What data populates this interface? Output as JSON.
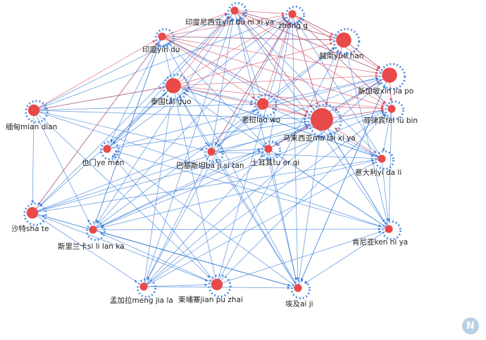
{
  "colors": {
    "edge_primary": "#3b7fd9",
    "edge_secondary": "#d9475a",
    "node_fill": "#e84a4a",
    "arrow_alt": "#7a3d8c"
  },
  "watermark": "N",
  "nodes": [
    {
      "id": "indonesia",
      "label": "印度尼西亚yin du ni xi ya",
      "weight": 1
    },
    {
      "id": "zhongguo",
      "label": "zhong g",
      "weight": 1
    },
    {
      "id": "yinDu",
      "label": "印度yin du",
      "weight": 1
    },
    {
      "id": "yuenan",
      "label": "越南yue han",
      "weight": 3
    },
    {
      "id": "xinjiapo",
      "label": "新加坡xin jia po",
      "weight": 3
    },
    {
      "id": "taiguo",
      "label": "泰国tai guo",
      "weight": 3
    },
    {
      "id": "laowo",
      "label": "老挝lao wo",
      "weight": 2
    },
    {
      "id": "feilvbin",
      "label": "菲律宾fei lü bin",
      "weight": 1
    },
    {
      "id": "miandian",
      "label": "缅甸mian dian",
      "weight": 2
    },
    {
      "id": "malaixiya",
      "label": "马来西亚ma lai xi ya",
      "weight": 5
    },
    {
      "id": "yemen",
      "label": "也门ye men",
      "weight": 1
    },
    {
      "id": "bajisitan",
      "label": "巴基斯坦ba ji si tan",
      "weight": 1
    },
    {
      "id": "tuerqi",
      "label": "土耳其tu er qi",
      "weight": 1
    },
    {
      "id": "yidali",
      "label": "意大利yi da li",
      "weight": 1
    },
    {
      "id": "shate",
      "label": "沙特sha te",
      "weight": 2
    },
    {
      "id": "sililanka",
      "label": "斯里兰卡si li lan ka",
      "weight": 1
    },
    {
      "id": "kenniya",
      "label": "肯尼亚ken ni ya",
      "weight": 1
    },
    {
      "id": "mengjiala",
      "label": "孟加拉meng jia la",
      "weight": 1
    },
    {
      "id": "jianpuzhai",
      "label": "柬埔寨jian pu zhai",
      "weight": 2
    },
    {
      "id": "aiji",
      "label": "埃及ai ji",
      "weight": 1
    }
  ],
  "edges_primary": [
    [
      "miandian",
      "indonesia"
    ],
    [
      "miandian",
      "zhongguo"
    ],
    [
      "miandian",
      "laowo"
    ],
    [
      "miandian",
      "malaixiya"
    ],
    [
      "miandian",
      "bajisitan"
    ],
    [
      "miandian",
      "shate"
    ],
    [
      "miandian",
      "jianpuzhai"
    ],
    [
      "miandian",
      "kenniya"
    ],
    [
      "shate",
      "indonesia"
    ],
    [
      "shate",
      "xinjiapo"
    ],
    [
      "shate",
      "malaixiya"
    ],
    [
      "shate",
      "yidali"
    ],
    [
      "shate",
      "aiji"
    ],
    [
      "shate",
      "tuerqi"
    ],
    [
      "shate",
      "mengjiala"
    ],
    [
      "sililanka",
      "yinDu"
    ],
    [
      "sililanka",
      "zhongguo"
    ],
    [
      "sililanka",
      "feilvbin"
    ],
    [
      "sililanka",
      "malaixiya"
    ],
    [
      "sililanka",
      "kenniya"
    ],
    [
      "sililanka",
      "laowo"
    ],
    [
      "mengjiala",
      "indonesia"
    ],
    [
      "mengjiala",
      "taiguo"
    ],
    [
      "mengjiala",
      "yidali"
    ],
    [
      "mengjiala",
      "tuerqi"
    ],
    [
      "mengjiala",
      "feilvbin"
    ],
    [
      "mengjiala",
      "xinjiapo"
    ],
    [
      "mengjiala",
      "aiji"
    ],
    [
      "jianpuzhai",
      "zhongguo"
    ],
    [
      "jianpuzhai",
      "yinDu"
    ],
    [
      "jianpuzhai",
      "yuenan"
    ],
    [
      "jianpuzhai",
      "feilvbin"
    ],
    [
      "jianpuzhai",
      "yemen"
    ],
    [
      "jianpuzhai",
      "kenniya"
    ],
    [
      "jianpuzhai",
      "sililanka"
    ],
    [
      "aiji",
      "yinDu"
    ],
    [
      "aiji",
      "taiguo"
    ],
    [
      "aiji",
      "xinjiapo"
    ],
    [
      "aiji",
      "malaixiya"
    ],
    [
      "aiji",
      "bajisitan"
    ],
    [
      "aiji",
      "yemen"
    ],
    [
      "aiji",
      "shate"
    ],
    [
      "kenniya",
      "indonesia"
    ],
    [
      "kenniya",
      "yuenan"
    ],
    [
      "kenniya",
      "taiguo"
    ],
    [
      "kenniya",
      "tuerqi"
    ],
    [
      "kenniya",
      "yemen"
    ],
    [
      "kenniya",
      "malaixiya"
    ],
    [
      "yidali",
      "yinDu"
    ],
    [
      "yidali",
      "zhongguo"
    ],
    [
      "yidali",
      "taiguo"
    ],
    [
      "yidali",
      "bajisitan"
    ],
    [
      "yidali",
      "laowo"
    ],
    [
      "yidali",
      "sililanka"
    ],
    [
      "yemen",
      "indonesia"
    ],
    [
      "yemen",
      "xinjiapo"
    ],
    [
      "yemen",
      "malaixiya"
    ],
    [
      "yemen",
      "zhongguo"
    ],
    [
      "yemen",
      "taiguo"
    ],
    [
      "bajisitan",
      "indonesia"
    ],
    [
      "bajisitan",
      "yuenan"
    ],
    [
      "bajisitan",
      "feilvbin"
    ],
    [
      "bajisitan",
      "tuerqi"
    ],
    [
      "bajisitan",
      "mengjiala"
    ],
    [
      "tuerqi",
      "zhongguo"
    ],
    [
      "tuerqi",
      "xinjiapo"
    ],
    [
      "tuerqi",
      "yinDu"
    ],
    [
      "tuerqi",
      "aiji"
    ],
    [
      "tuerqi",
      "sililanka"
    ],
    [
      "malaixiya",
      "indonesia"
    ],
    [
      "malaixiya",
      "zhongguo"
    ],
    [
      "malaixiya",
      "yuenan"
    ],
    [
      "malaixiya",
      "tuerqi"
    ],
    [
      "malaixiya",
      "feilvbin"
    ],
    [
      "malaixiya",
      "kenniya"
    ],
    [
      "laowo",
      "indonesia"
    ],
    [
      "laowo",
      "xinjiapo"
    ],
    [
      "laowo",
      "yuenan"
    ],
    [
      "laowo",
      "bajisitan"
    ],
    [
      "feilvbin",
      "zhongguo"
    ],
    [
      "feilvbin",
      "xinjiapo"
    ],
    [
      "feilvbin",
      "yidali"
    ],
    [
      "feilvbin",
      "kenniya"
    ],
    [
      "xinjiapo",
      "indonesia"
    ],
    [
      "xinjiapo",
      "tuerqi"
    ],
    [
      "xinjiapo",
      "aiji"
    ],
    [
      "yuenan",
      "indonesia"
    ],
    [
      "yuenan",
      "zhongguo"
    ],
    [
      "yuenan",
      "xinjiapo"
    ],
    [
      "taiguo",
      "laowo"
    ],
    [
      "taiguo",
      "bajisitan"
    ],
    [
      "taiguo",
      "yemen"
    ],
    [
      "taiguo",
      "shate"
    ],
    [
      "taiguo",
      "miandian"
    ],
    [
      "taiguo",
      "yidali"
    ],
    [
      "yinDu",
      "yemen"
    ],
    [
      "yinDu",
      "malaixiya"
    ],
    [
      "yinDu",
      "shate"
    ],
    [
      "yinDu",
      "sililanka"
    ],
    [
      "yinDu",
      "yuenan"
    ],
    [
      "zhongguo",
      "bajisitan"
    ],
    [
      "zhongguo",
      "aiji"
    ],
    [
      "zhongguo",
      "mengjiala"
    ],
    [
      "indonesia",
      "sililanka"
    ],
    [
      "indonesia",
      "aiji"
    ],
    [
      "indonesia",
      "yidali"
    ],
    [
      "sililanka",
      "aiji"
    ],
    [
      "shate",
      "jianpuzhai"
    ],
    [
      "miandian",
      "sililanka"
    ],
    [
      "mengjiala",
      "jianpuzhai"
    ],
    [
      "kenniya",
      "aiji"
    ],
    [
      "yidali",
      "kenniya"
    ]
  ],
  "edges_secondary": [
    [
      "yinDu",
      "indonesia"
    ],
    [
      "yinDu",
      "zhongguo"
    ],
    [
      "yinDu",
      "yuenan"
    ],
    [
      "yinDu",
      "xinjiapo"
    ],
    [
      "yinDu",
      "laowo"
    ],
    [
      "yinDu",
      "malaixiya"
    ],
    [
      "yinDu",
      "feilvbin"
    ],
    [
      "taiguo",
      "indonesia"
    ],
    [
      "taiguo",
      "zhongguo"
    ],
    [
      "taiguo",
      "yuenan"
    ],
    [
      "taiguo",
      "xinjiapo"
    ],
    [
      "taiguo",
      "malaixiya"
    ],
    [
      "taiguo",
      "feilvbin"
    ],
    [
      "laowo",
      "zhongguo"
    ],
    [
      "laowo",
      "malaixiya"
    ],
    [
      "laowo",
      "feilvbin"
    ],
    [
      "indonesia",
      "zhongguo"
    ],
    [
      "indonesia",
      "yuenan"
    ],
    [
      "indonesia",
      "xinjiapo"
    ],
    [
      "indonesia",
      "malaixiya"
    ],
    [
      "indonesia",
      "feilvbin"
    ],
    [
      "zhongguo",
      "yuenan"
    ],
    [
      "zhongguo",
      "xinjiapo"
    ],
    [
      "zhongguo",
      "malaixiya"
    ],
    [
      "zhongguo",
      "feilvbin"
    ],
    [
      "yuenan",
      "xinjiapo"
    ],
    [
      "yuenan",
      "malaixiya"
    ],
    [
      "xinjiapo",
      "malaixiya"
    ],
    [
      "xinjiapo",
      "feilvbin"
    ],
    [
      "malaixiya",
      "feilvbin"
    ],
    [
      "miandian",
      "yinDu"
    ],
    [
      "miandian",
      "taiguo"
    ],
    [
      "shate",
      "yinDu"
    ],
    [
      "bajisitan",
      "zhongguo"
    ],
    [
      "tuerqi",
      "malaixiya"
    ],
    [
      "yidali",
      "malaixiya"
    ]
  ]
}
